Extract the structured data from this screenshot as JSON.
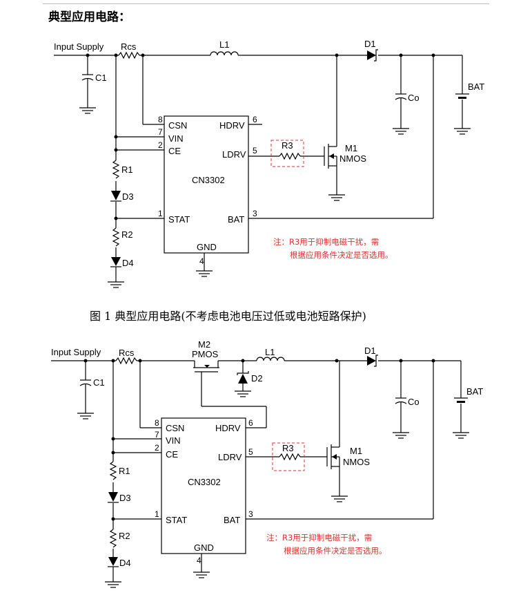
{
  "heading": "典型应用电路：",
  "labels": {
    "input_supply": "Input Supply",
    "rcs": "Rcs",
    "l1": "L1",
    "d1": "D1",
    "c1": "C1",
    "co": "Co",
    "bat": "BAT",
    "r1": "R1",
    "r2": "R2",
    "r3": "R3",
    "d2": "D2",
    "d3": "D3",
    "d4": "D4",
    "m1": "M1",
    "nmos": "NMOS",
    "m2": "M2",
    "pmos": "PMOS",
    "chip": "CN3302",
    "pin_csn": "CSN",
    "pin_vin": "VIN",
    "pin_ce": "CE",
    "pin_stat": "STAT",
    "pin_hdrv": "HDRV",
    "pin_ldrv": "LDRV",
    "pin_bat": "BAT",
    "pin_gnd": "GND",
    "n8": "8",
    "n7": "7",
    "n2": "2",
    "n1": "1",
    "n6": "6",
    "n5": "5",
    "n3": "3",
    "n4": "4"
  },
  "note": {
    "line1": "注：R3用于抑制电磁干扰，需",
    "line2": "根据应用条件决定是否选用。"
  },
  "captions": {
    "fig1": "图 1    典型应用电路(不考虑电池电压过低或电池短路保护)"
  }
}
